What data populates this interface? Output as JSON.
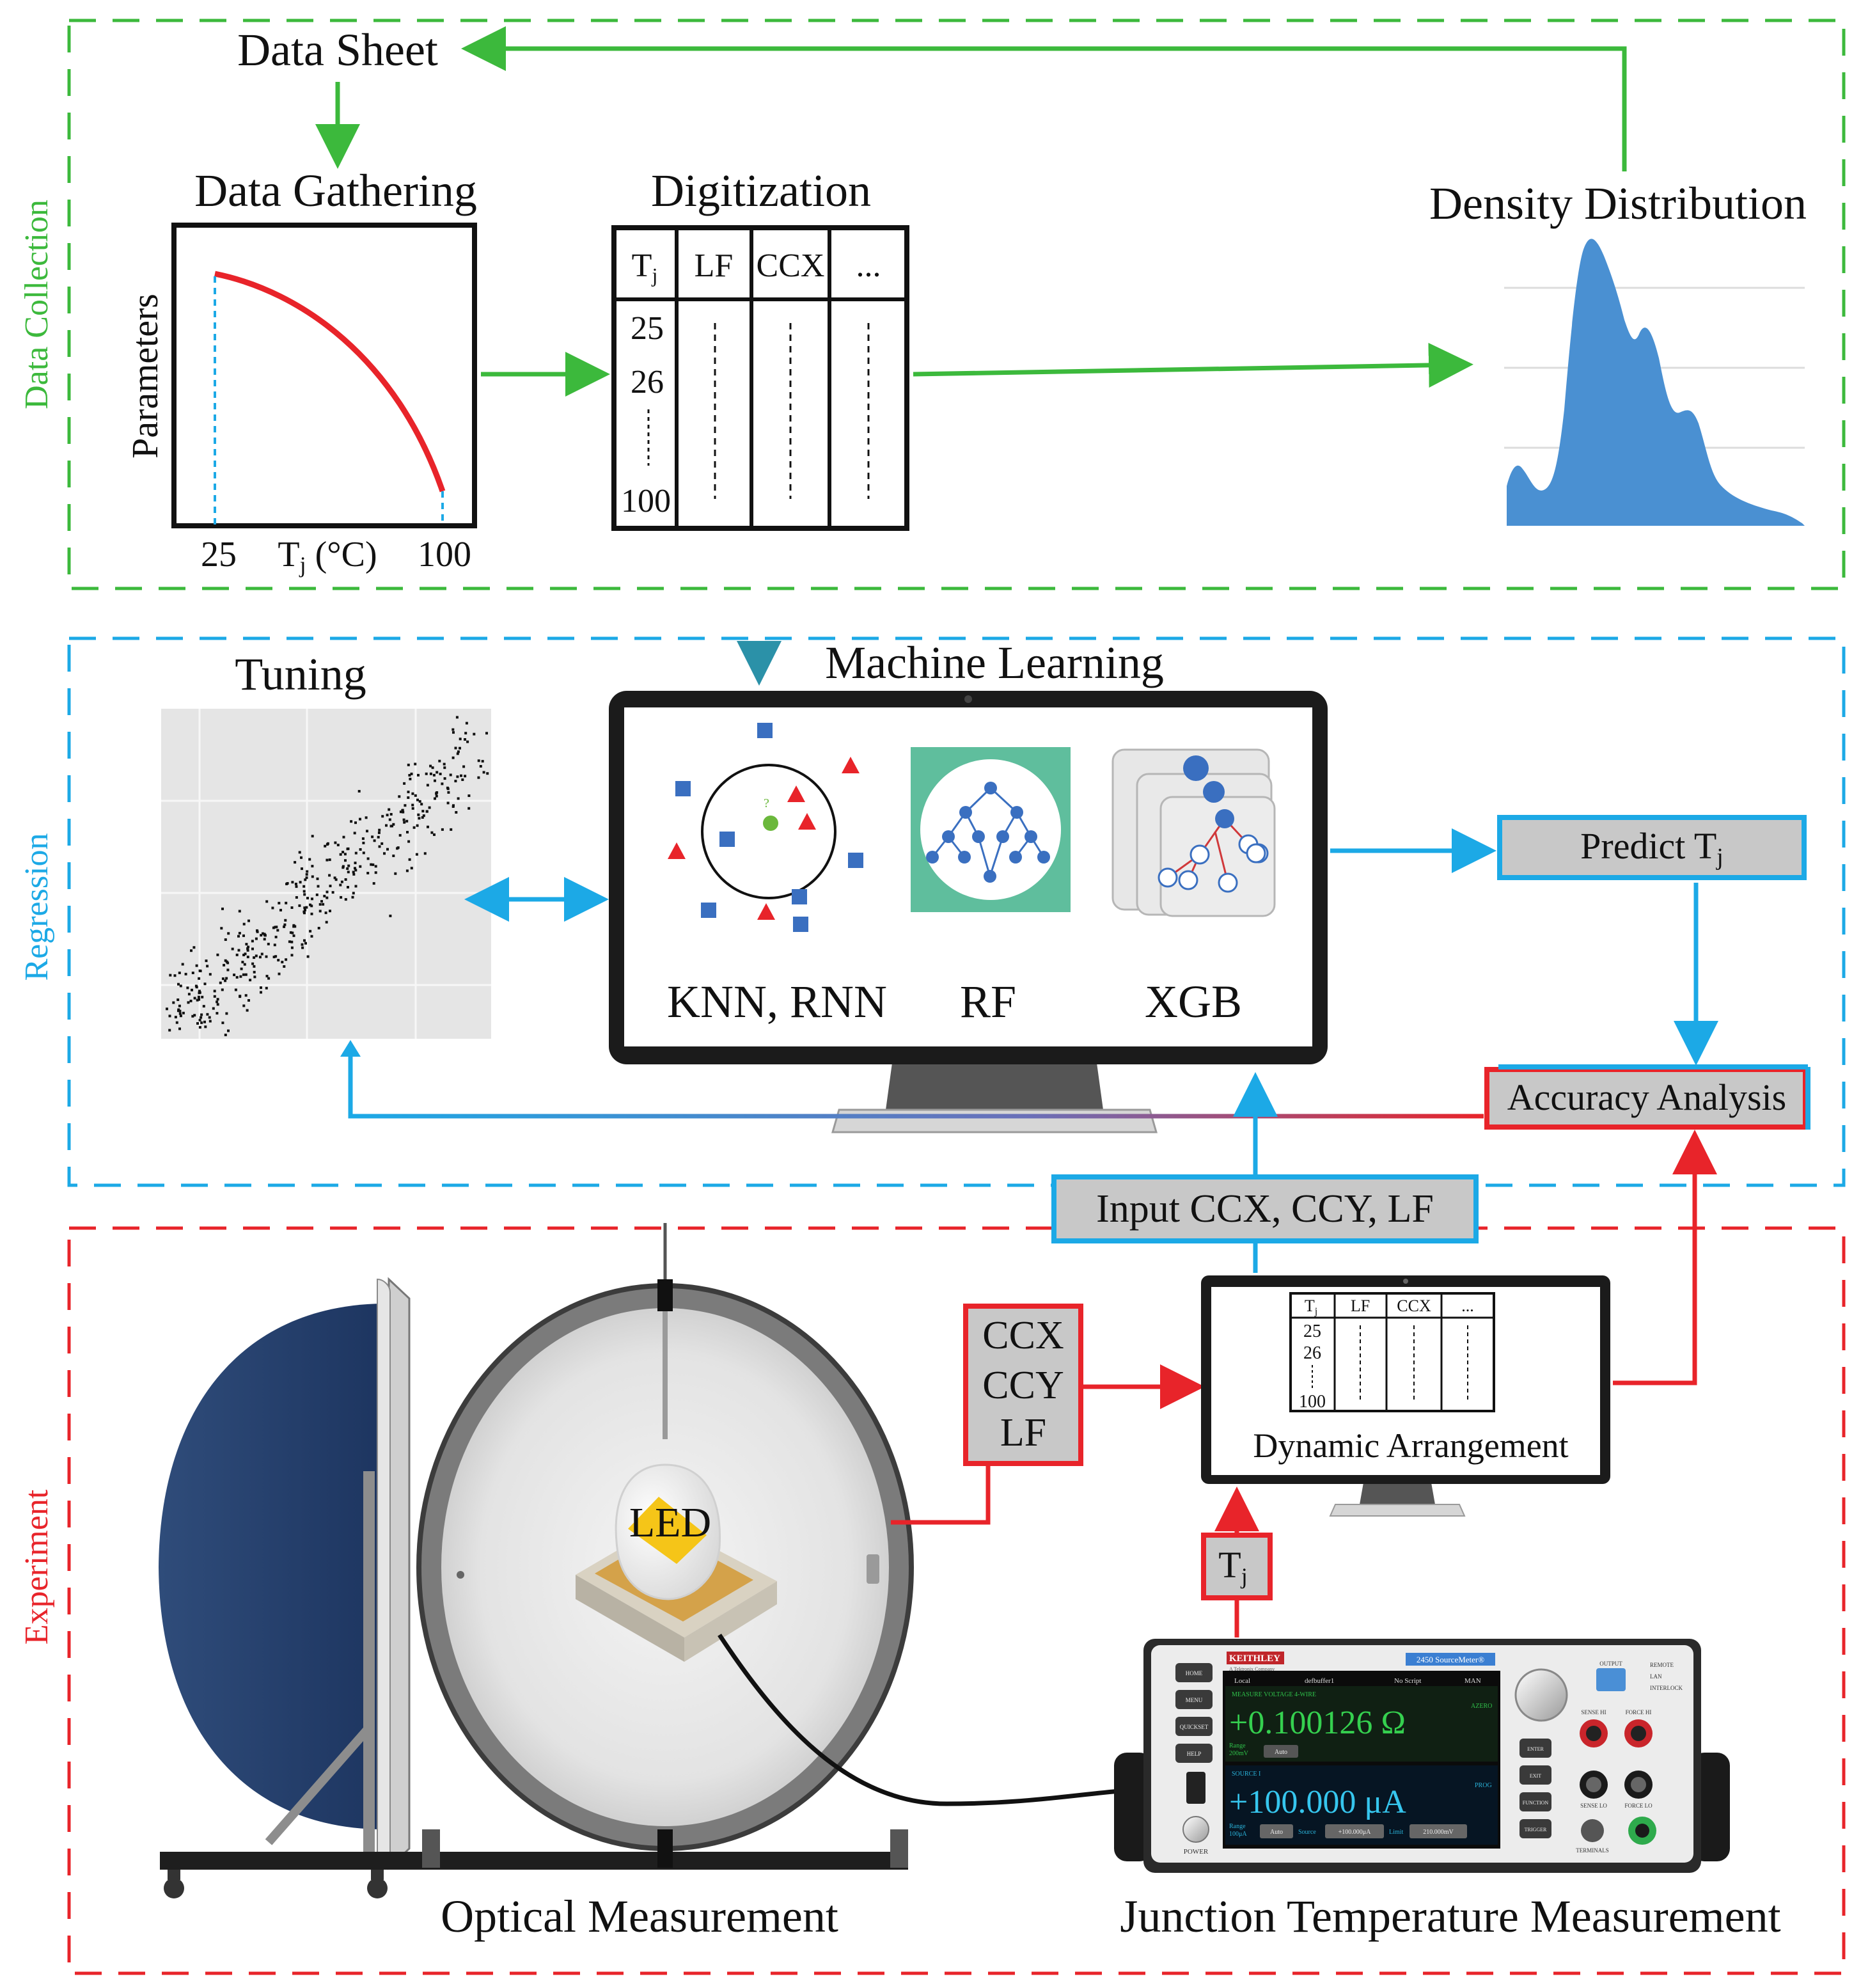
{
  "sections": {
    "data_collection": "Data Collection",
    "regression": "Regression",
    "experiment": "Experiment"
  },
  "colors": {
    "data_collection": "#3cb93c",
    "regression": "#1ca9e6",
    "experiment": "#e8242a",
    "curve": "#e8242a",
    "density": "#4a90d2",
    "rf_bg": "#5fbe9d",
    "tree_node": "#3a6fc0"
  },
  "data_gathering": {
    "title": "Data Gathering",
    "y_label": "Parameters",
    "x_tick_min": "25",
    "x_label": "T",
    "x_label_sub": "j",
    "x_label_unit": " (°C)",
    "x_tick_max": "100"
  },
  "data_sheet": {
    "label": "Data Sheet"
  },
  "digitization": {
    "title": "Digitization",
    "columns": [
      {
        "main": "T",
        "sub": "j"
      },
      {
        "main": "LF",
        "sub": ""
      },
      {
        "main": "CCX",
        "sub": ""
      },
      {
        "main": "...",
        "sub": ""
      }
    ],
    "rows": [
      "25",
      "26",
      "100"
    ]
  },
  "density": {
    "title": "Density Distribution"
  },
  "tuning": {
    "title": "Tuning"
  },
  "machine_learning": {
    "title": "Machine Learning",
    "knn_label": "KNN, RNN",
    "rf_label": "RF",
    "xgb_label": "XGB",
    "knn_query": "?"
  },
  "predict": {
    "main": "Predict T",
    "sub": "j"
  },
  "accuracy": {
    "label": "Accuracy Analysis"
  },
  "input": {
    "label": "Input CCX, CCY, LF"
  },
  "measured": {
    "lines": [
      "CCX",
      "CCY",
      "LF"
    ]
  },
  "tj_box": {
    "main": "T",
    "sub": "j"
  },
  "dynamic": {
    "label": "Dynamic Arrangement",
    "columns": [
      {
        "main": "T",
        "sub": "j"
      },
      {
        "main": "LF",
        "sub": ""
      },
      {
        "main": "CCX",
        "sub": ""
      },
      {
        "main": "...",
        "sub": ""
      }
    ],
    "rows": [
      "25",
      "26",
      "100"
    ]
  },
  "led": {
    "label": "LED"
  },
  "optical": {
    "label": "Optical Measurement"
  },
  "junction": {
    "label": "Junction Temperature Measurement"
  },
  "sourcemeter": {
    "brand": "KEITHLEY",
    "brand_sub": "A Tektronix Company",
    "model": "2450 SourceMeter®",
    "status_local": "Local",
    "status_buffer": "defbuffer1",
    "status_script": "No Script",
    "status_man": "MAN",
    "measure_title": "MEASURE VOLTAGE 4-WIRE",
    "measure_value": "+0.100126 Ω",
    "range_label": "Range",
    "range_value": "200mV",
    "azero": "AZERO",
    "auto": "Auto",
    "source_title": "SOURCE I",
    "source_value": "+100.000 μA",
    "prog": "PROG",
    "source_range_label": "Range",
    "source_range_value": "100μA",
    "source_auto": "Auto",
    "source_label": "Source",
    "source_field": "+100.000μA",
    "limit_label": "Limit",
    "limit_field": "210.000mV",
    "left_buttons": [
      "HOME",
      "MENU",
      "QUICKSET",
      "HELP"
    ],
    "right_buttons": [
      "ENTER",
      "EXIT",
      "FUNCTION",
      "TRIGGER"
    ],
    "power": "POWER",
    "output": "OUTPUT",
    "sense_hi": "SENSE HI",
    "force_hi": "FORCE HI",
    "sense_lo": "SENSE LO",
    "force_lo": "FORCE LO",
    "terminals": "TERMINALS",
    "remote": "REMOTE",
    "lan": "LAN",
    "interlock": "INTERLOCK"
  }
}
